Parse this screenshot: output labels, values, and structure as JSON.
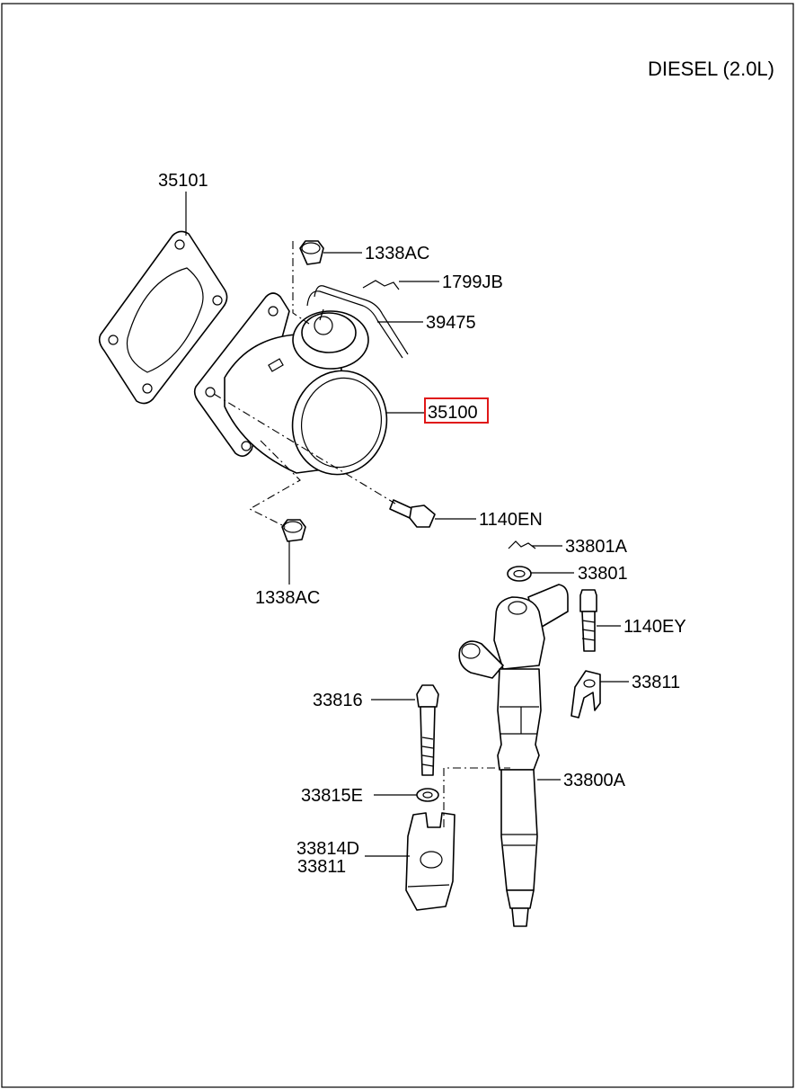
{
  "title": "DIESEL (2.0L)",
  "highlight_color": "#e01818",
  "callouts": {
    "gasket": "35101",
    "nut_top": "1338AC",
    "clip": "1799JB",
    "pipe": "39475",
    "throttle_body": "35100",
    "bolt_flange": "1140EN",
    "nut_bottom": "1338AC",
    "ring": "33801A",
    "washer_top": "33801",
    "bolt_clamp": "1140EY",
    "clamp_right": "33811",
    "bolt_long": "33816",
    "washer_small": "33815E",
    "clamp_left_1": "33814D",
    "clamp_left_2": "33811",
    "injector": "33800A"
  }
}
